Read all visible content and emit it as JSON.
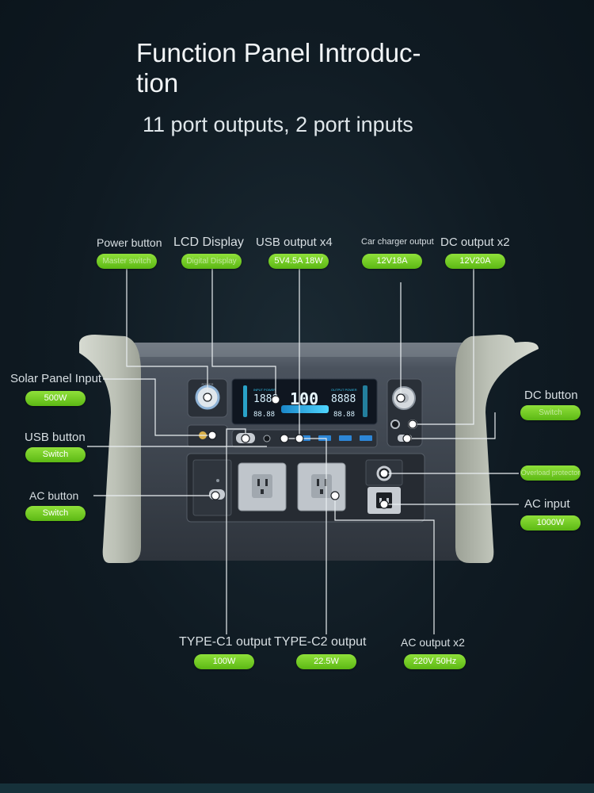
{
  "header": {
    "title": "Function Panel Introduc-tion",
    "subtitle": "11 port outputs, 2 port inputs"
  },
  "callouts": {
    "power_button": {
      "label": "Power button",
      "badge": "Master switch"
    },
    "lcd_display": {
      "label": "LCD Display",
      "badge": "Digital Display"
    },
    "usb_output": {
      "label": "USB output x4",
      "badge": "5V4.5A 18W"
    },
    "car_charger": {
      "label": "Car charger output",
      "badge": "12V18A"
    },
    "dc_output": {
      "label": "DC output x2",
      "badge": "12V20A"
    },
    "solar_input": {
      "label": "Solar Panel Input",
      "badge": "500W"
    },
    "usb_button": {
      "label": "USB button",
      "badge": "Switch"
    },
    "ac_button": {
      "label": "AC button",
      "badge": "Switch"
    },
    "dc_button": {
      "label": "DC button",
      "badge": "Switch"
    },
    "overload": {
      "badge": "Overload protector"
    },
    "ac_input": {
      "label": "AC input",
      "badge": "1000W"
    },
    "typec1": {
      "label": "TYPE-C1 output",
      "badge": "100W"
    },
    "typec2": {
      "label": "TYPE-C2 output",
      "badge": "22.5W"
    },
    "ac_output": {
      "label": "AC output x2",
      "badge": "220V 50Hz"
    }
  },
  "device": {
    "power_label": "POWER",
    "lcd": {
      "input_label": "INPUT POWER",
      "output_label": "OUTPUT POWER",
      "input_value": "1888",
      "percent": "100",
      "output_value": "8888",
      "time_left": "88.88",
      "time_right": "88.88"
    }
  },
  "colors": {
    "accent_green": "#7ed321",
    "lcd_cyan": "#31c6f2",
    "body_dark": "#3c4450",
    "bumper": "#c9cec4"
  }
}
